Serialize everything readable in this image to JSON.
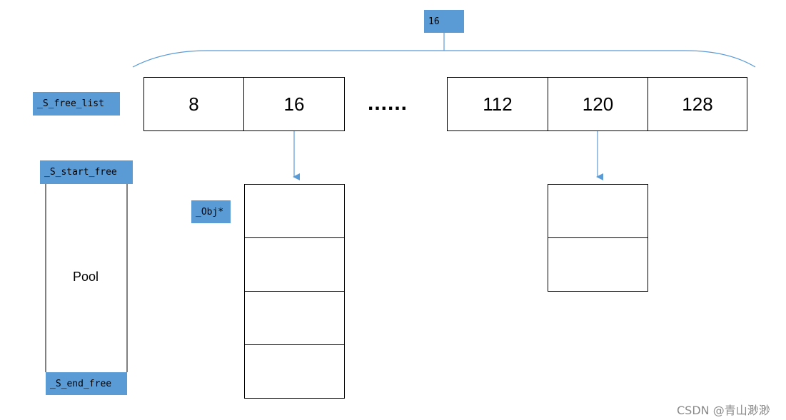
{
  "top_label": "16",
  "free_list_label": "_S_free_list",
  "start_free_label": "_S_start_free",
  "end_free_label": "_S_end_free",
  "obj_label": "_Obj*",
  "pool_label": "Pool",
  "ellipsis": "......",
  "free_list_cells": [
    "8",
    "16",
    "112",
    "120",
    "128"
  ],
  "watermark": "CSDN @青山渺渺",
  "colors": {
    "tag_fill": "#5b9bd5",
    "connector": "#5b9bd5",
    "border": "#000000"
  }
}
